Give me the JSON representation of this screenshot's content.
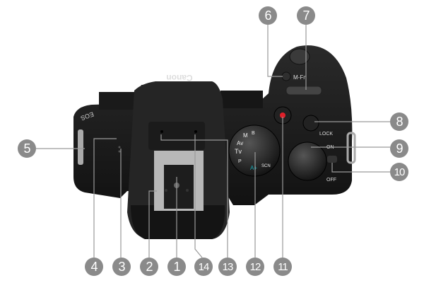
{
  "camera": {
    "brand": "Canon",
    "model_mark": "EOS",
    "mfn_label": "M-Fn",
    "lock_label": "LOCK",
    "on_label": "ON",
    "off_label": "OFF",
    "mode_dial": [
      "B",
      "M",
      "Av",
      "Tv",
      "P",
      "A+",
      "SCN"
    ]
  },
  "callouts": [
    "1",
    "2",
    "3",
    "4",
    "5",
    "6",
    "7",
    "8",
    "9",
    "10",
    "11",
    "12",
    "13",
    "14"
  ],
  "colors": {
    "callout": "#8a8a8a",
    "leader": "#9a9a9a",
    "body": "#1c1c1c",
    "record": "#e0202a"
  }
}
